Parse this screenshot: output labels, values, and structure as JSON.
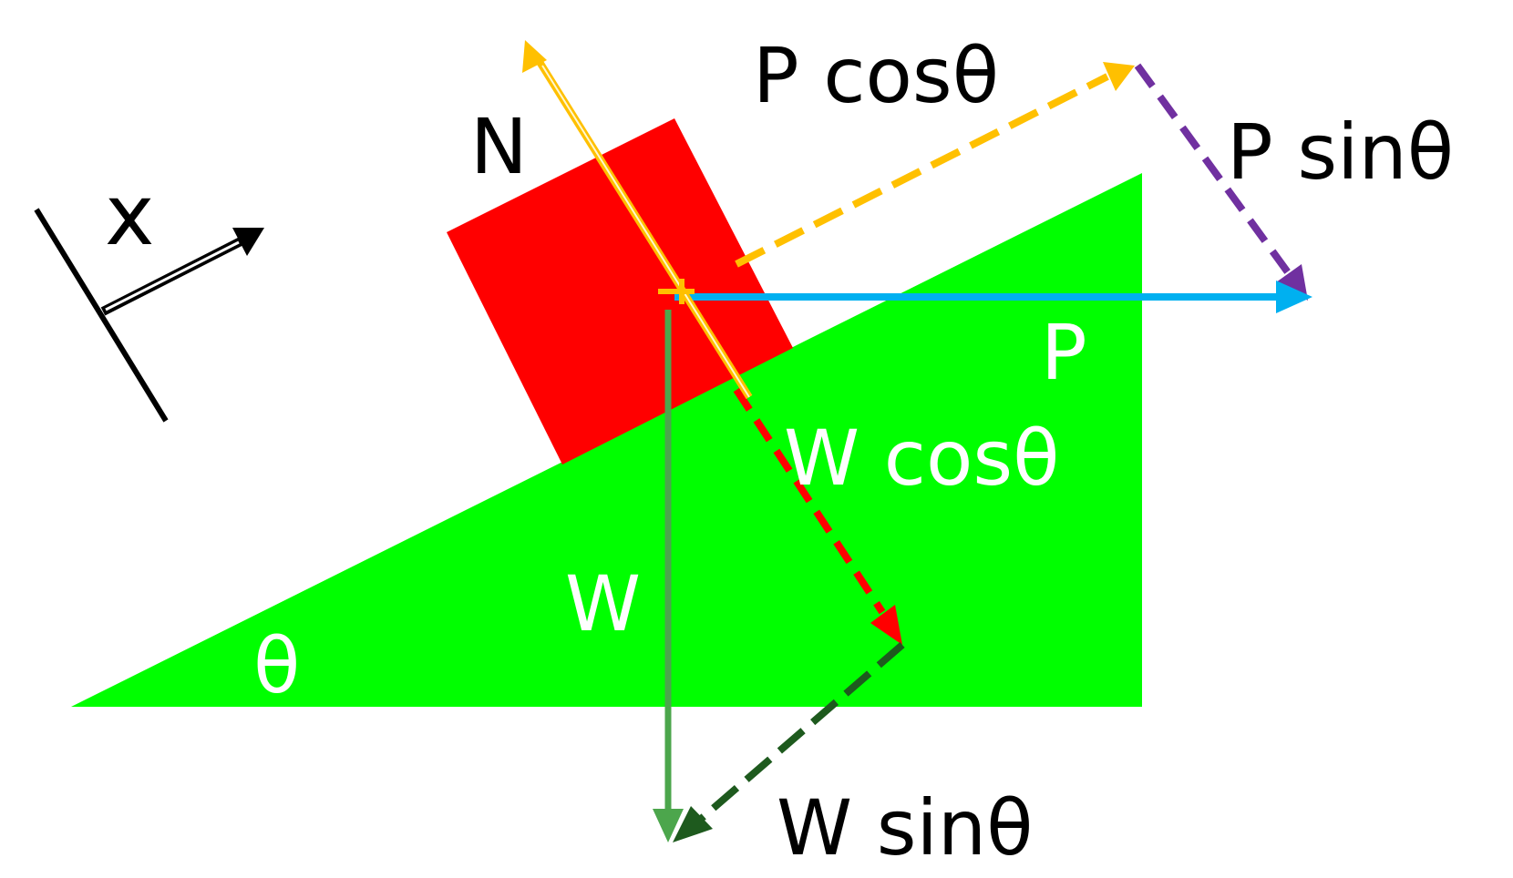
{
  "labels": {
    "axis": "x",
    "normal": "N",
    "p_cos": "P cosθ",
    "p_sin": "P sinθ",
    "p": "P",
    "w_cos": "W cosθ",
    "w": "W",
    "w_sin": "W sinθ",
    "theta": "θ"
  },
  "colors": {
    "incline": "#00ff00",
    "block": "#ff0000",
    "normal_force": "#ffb000",
    "p_cos_component": "#ffc000",
    "p_sin_component": "#7030a0",
    "applied_force": "#00b0f0",
    "weight": "#4ca64c",
    "w_cos_component": "#ff0000",
    "w_sin_component": "#1e5a1e",
    "axis": "#000000",
    "label_dark": "#000000",
    "label_light": "#ffffff"
  }
}
